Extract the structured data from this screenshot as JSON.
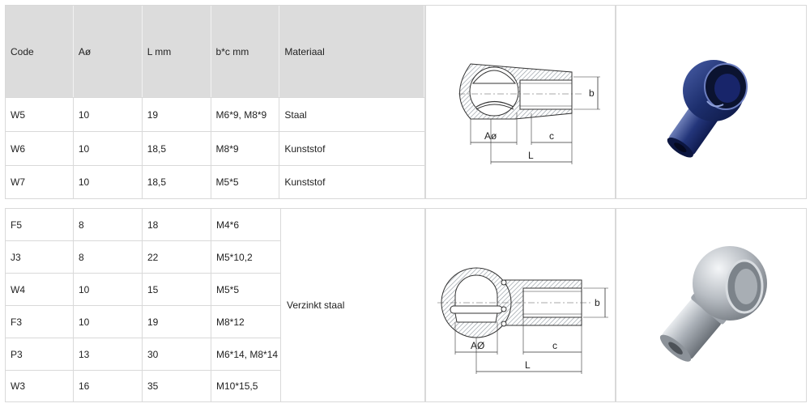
{
  "table1": {
    "headers": [
      "Code",
      "Aø",
      "L mm",
      "b*c mm",
      "Materiaal"
    ],
    "rows": [
      [
        "W5",
        "10",
        "19",
        "M6*9, M8*9",
        "Staal"
      ],
      [
        "W6",
        "10",
        "18,5",
        "M8*9",
        "Kunststof"
      ],
      [
        "W7",
        "10",
        "18,5",
        "M5*5",
        "Kunststof"
      ]
    ]
  },
  "table2": {
    "rows": [
      [
        "F5",
        "8",
        "18",
        "M4*6"
      ],
      [
        "J3",
        "8",
        "22",
        "M5*10,2"
      ],
      [
        "W4",
        "10",
        "15",
        "M5*5"
      ],
      [
        "F3",
        "10",
        "19",
        "M8*12"
      ],
      [
        "P3",
        "13",
        "30",
        "M6*14, M8*14"
      ],
      [
        "W3",
        "16",
        "35",
        "M10*15,5"
      ]
    ],
    "material": "Verzinkt staal"
  },
  "drawing_labels": {
    "a": "Aø",
    "b": "b",
    "c": "c",
    "l": "L",
    "a2": "AØ"
  },
  "colors": {
    "header_bg": "#dcdcdc",
    "border": "#d9d9d9",
    "hatch": "#c3c8cc",
    "photo_blue": "#1d2f6e",
    "photo_silver": "#b9bec4"
  }
}
